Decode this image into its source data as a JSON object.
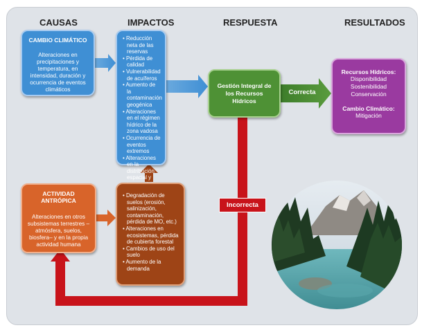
{
  "headers": {
    "causas": "CAUSAS",
    "impactos": "IMPACTOS",
    "respuesta": "RESPUESTA",
    "resultados": "RESULTADOS"
  },
  "cambio_climatico": {
    "title": "CAMBIO CLIMÁTICO",
    "body": "Alteraciones en precipitaciones y temperatura, en intensidad, duración y ocurrencia de eventos climáticos"
  },
  "impactos_clima": {
    "items": [
      "Reducción neta de las reservas",
      "Pérdida de calidad",
      "Vulnerabilidad de acuíferos",
      "Aumento de la contaminación geogénica",
      "Alteraciones en el régimen hídrico de la zona vadosa",
      "Ocurrencia de eventos extremos",
      "Alteraciones en la distribución espacial y temporal de los recursos"
    ]
  },
  "actividad_antropica": {
    "title": "ACTIVIDAD ANTRÓPICA",
    "body": "Alteraciones en otros subsistemas terrestres –atmósfera, suelos, biosfera– y en la propia actividad humana"
  },
  "impactos_antropica": {
    "items": [
      "Degradación de suelos (erosión, salinización, contaminación, pérdida de MO, etc.)",
      "Alteraciones en ecosistemas, pérdida de cubierta forestal",
      "Cambios de uso del suelo",
      "Aumento de la demanda"
    ]
  },
  "gestion": {
    "label": "Gestión Integral de los Recursos Hídricos"
  },
  "correcta": {
    "label": "Correcta"
  },
  "incorrecta": {
    "label": "Incorrecta"
  },
  "resultados": {
    "recursos_title": "Recursos Hídricos:",
    "recursos_items": [
      "Disponibilidad",
      "Sostenibilidad",
      "Conservación"
    ],
    "cambio_title": "Cambio Climático:",
    "cambio_item": "Mitigación"
  },
  "colors": {
    "blue": "#3577c0",
    "blue_light": "#3f8fd4",
    "orange": "#d8642a",
    "brown": "#9e4416",
    "green": "#4e9135",
    "purple": "#9a3aa0",
    "red": "#c8131a",
    "background": "#dfe3e8"
  }
}
